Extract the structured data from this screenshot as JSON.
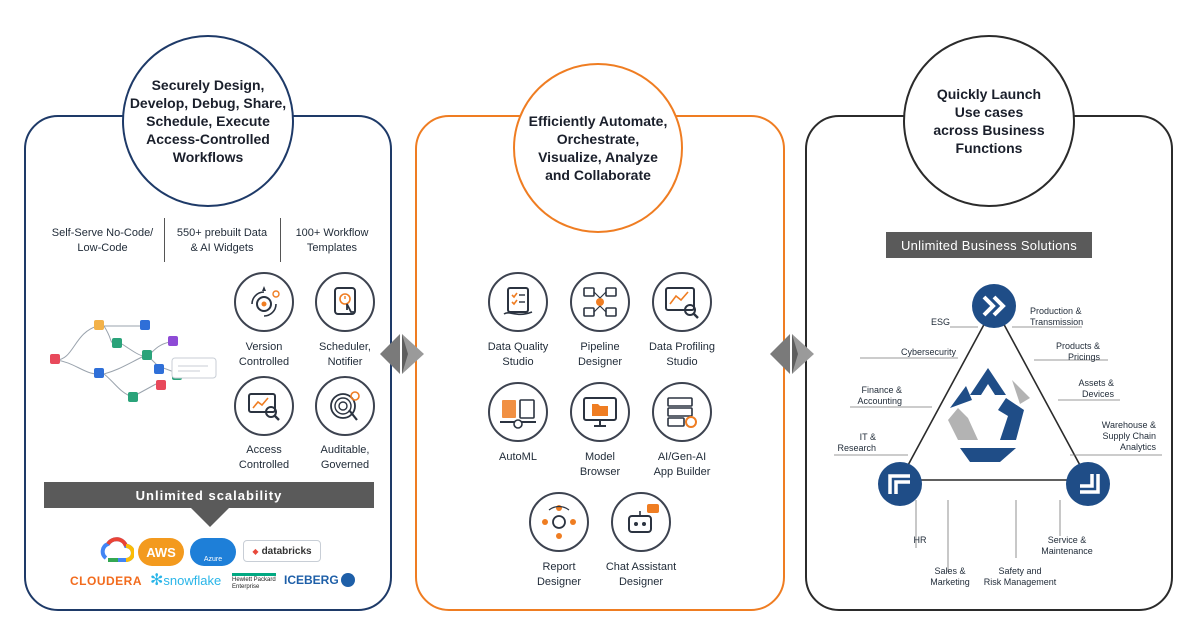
{
  "left": {
    "heading": "Securely Design,\nDevelop, Debug, Share,\nSchedule, Execute\nAccess-Controlled\nWorkflows",
    "features": [
      "Self-Serve No-Code/\nLow-Code",
      "550+ prebuilt Data\n& AI Widgets",
      "100+ Workflow\nTemplates"
    ],
    "capabilities": [
      {
        "label": "Version\nControlled",
        "icon": "gear-cycle-icon"
      },
      {
        "label": "Scheduler,\nNotifier",
        "icon": "clock-tap-icon"
      },
      {
        "label": "Access\nControlled",
        "icon": "monitor-search-icon"
      },
      {
        "label": "Auditable,\nGoverned",
        "icon": "fingerprint-icon"
      }
    ],
    "banner": "Unlimited scalability",
    "logos": [
      "AWS",
      "Azure",
      "databricks",
      "CLOUDERA",
      "snowflake",
      "Hewlett Packard\nEnterprise",
      "ICEBERG"
    ]
  },
  "middle": {
    "heading": "Efficiently Automate,\nOrchestrate,\nVisualize, Analyze\nand Collaborate",
    "tools": [
      {
        "label": "Data Quality\nStudio",
        "icon": "clipboard-check-icon"
      },
      {
        "label": "Pipeline\nDesigner",
        "icon": "pipeline-icon"
      },
      {
        "label": "Data Profiling\nStudio",
        "icon": "chart-magnify-icon"
      },
      {
        "label": "AutoML",
        "icon": "laptop-gear-icon"
      },
      {
        "label": "Model\nBrowser",
        "icon": "monitor-folder-icon"
      },
      {
        "label": "AI/Gen-AI\nApp Builder",
        "icon": "server-icon"
      },
      {
        "label": "Report\nDesigner",
        "icon": "report-nodes-icon"
      },
      {
        "label": "Chat Assistant\nDesigner",
        "icon": "robot-icon"
      }
    ]
  },
  "right": {
    "heading": "Quickly Launch\nUse cases\nacross Business\nFunctions",
    "banner": "Unlimited Business Solutions",
    "functions": {
      "esg": "ESG",
      "production": "Production &\nTransmission",
      "cybersecurity": "Cybersecurity",
      "products": "Products &\nPricings",
      "finance": "Finance &\nAccounting",
      "assets": "Assets &\nDevices",
      "warehouse": "Warehouse &\nSupply Chain\nAnalytics",
      "it": "IT &\nResearch",
      "hr": "HR",
      "sales": "Sales &\nMarketing",
      "safety": "Safety and\nRisk Management",
      "service": "Service &\nMaintenance"
    }
  },
  "colors": {
    "navy": "#1e3a68",
    "orange": "#ef7d22",
    "dark": "#2b2b2b",
    "banner": "#5a5a5a",
    "recycle_blue": "#1f4d87",
    "recycle_gray": "#b3b3b3"
  }
}
